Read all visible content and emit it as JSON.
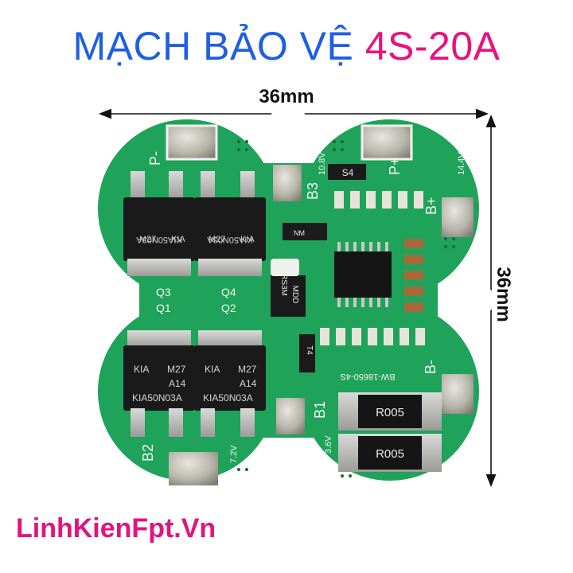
{
  "title": {
    "part1": "MẠCH BẢO VỆ ",
    "part2": "4S-20A",
    "color1": "#1f5fe0",
    "color2": "#e8127e"
  },
  "dimensions": {
    "width_label": "36mm",
    "height_label": "36mm"
  },
  "brand": {
    "text": "LinhKienFpt.Vn",
    "color": "#e0147f"
  },
  "board": {
    "color": "#1fa35a",
    "pad_labels": [
      "P-",
      "P+",
      "B+",
      "B-",
      "B3",
      "B2",
      "B1",
      "10.8V",
      "14.4V",
      "7.2V",
      "3.6V"
    ],
    "mosfets": [
      {
        "lines": [
          "KIA50N03A",
          "A14",
          "M27",
          "KIA"
        ],
        "labels": [
          "Q3",
          "Q1"
        ]
      },
      {
        "lines": [
          "KIA50N03A",
          "A14",
          "M27",
          "KIA"
        ],
        "labels": [
          "Q4",
          "Q2"
        ]
      },
      {
        "lines": [
          "KIA",
          "M27",
          "A14",
          "KIA50N03A"
        ]
      },
      {
        "lines": [
          "KIA",
          "M27",
          "A14",
          "KIA50N03A"
        ]
      }
    ],
    "components": {
      "s4": "S4",
      "t4": "T4",
      "nm": "NM",
      "mdd": "MDD",
      "rs3m": "RS3M",
      "model": "BW-18650-4S"
    },
    "shunts": [
      "R005",
      "R005"
    ]
  }
}
